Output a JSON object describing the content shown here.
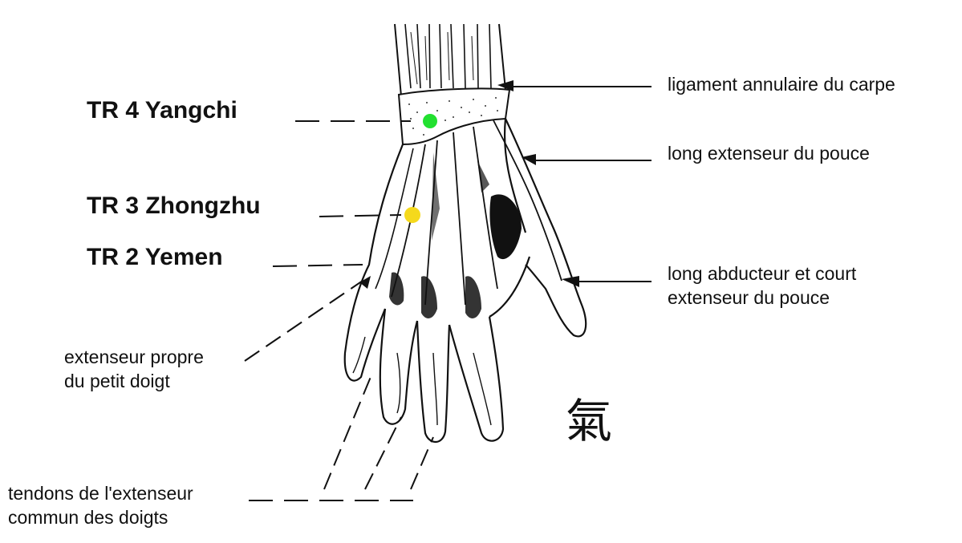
{
  "points": [
    {
      "code": "TR 4 Yangchi",
      "color": "#22e030"
    },
    {
      "code": "TR 3 Zhongzhu",
      "color": "#f5d91c"
    },
    {
      "code": "TR 2 Yemen",
      "color": null
    }
  ],
  "labels": {
    "ligament": "ligament annulaire du carpe",
    "ext_pouce": "long extenseur du pouce",
    "abducteur_1": "long abducteur et court",
    "abducteur_2": "extenseur du pouce",
    "petit_1": "extenseur propre",
    "petit_2": "du petit doigt",
    "tendons_1": "tendons de l'extenseur",
    "tendons_2": "commun des doigts"
  },
  "calligraphy": "氣"
}
